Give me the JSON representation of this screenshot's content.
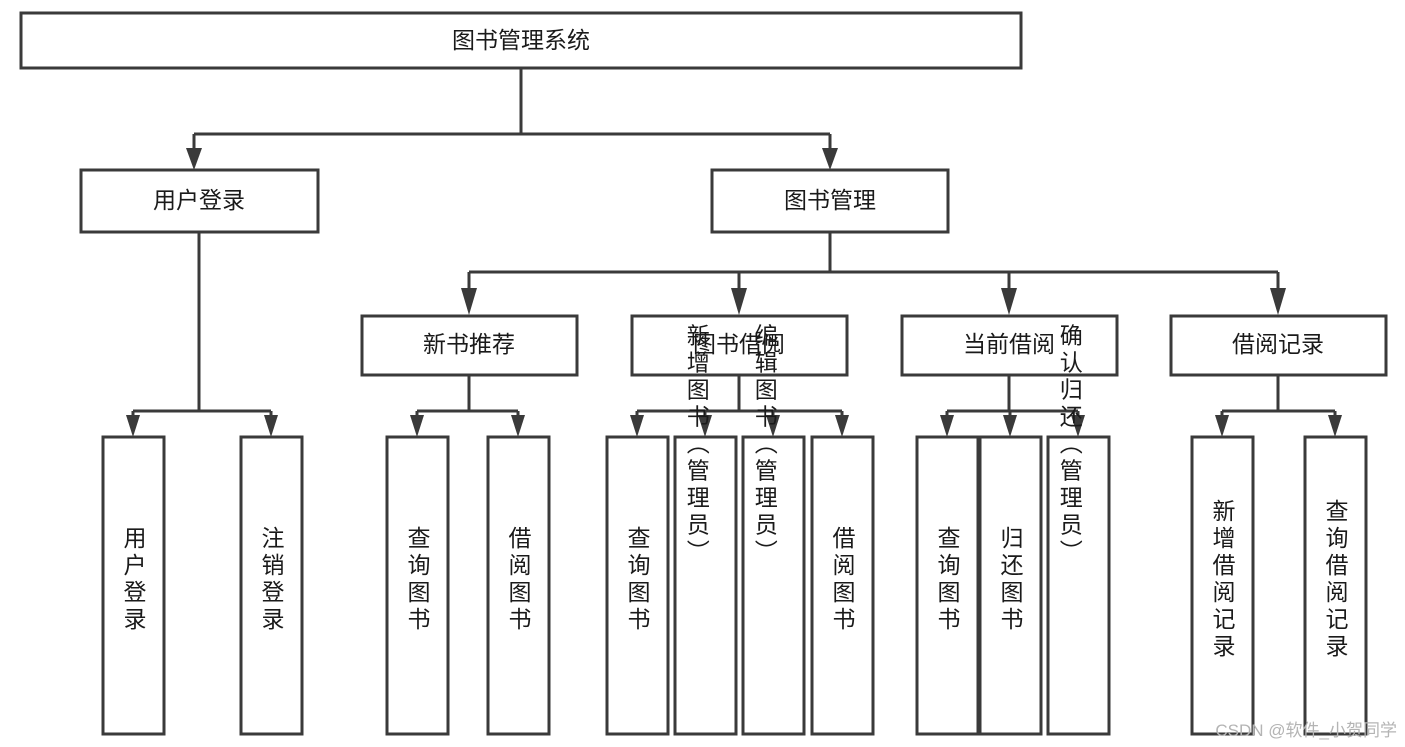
{
  "diagram": {
    "type": "tree-hierarchy",
    "title": "图书管理系统",
    "watermark": "CSDN @软件_小贺同学",
    "colors": {
      "background": "#ffffff",
      "box_stroke": "#3a3a3a",
      "box_fill": "#ffffff",
      "text": "#1a1a1a",
      "watermark": "#b4b4b4"
    },
    "levels": {
      "root": {
        "label": "图书管理系统"
      },
      "level2": [
        {
          "id": "user-login",
          "label": "用户登录"
        },
        {
          "id": "book-management",
          "label": "图书管理"
        }
      ],
      "level3": [
        {
          "id": "new-book-recommend",
          "label": "新书推荐",
          "parent": "book-management"
        },
        {
          "id": "book-borrow",
          "label": "图书借阅",
          "parent": "book-management"
        },
        {
          "id": "current-borrow",
          "label": "当前借阅",
          "parent": "book-management"
        },
        {
          "id": "borrow-record",
          "label": "借阅记录",
          "parent": "book-management"
        }
      ],
      "leaves": {
        "user-login": [
          {
            "id": "leaf-user-login",
            "label": "用户登录"
          },
          {
            "id": "leaf-user-logout",
            "label": "注销登录"
          }
        ],
        "new-book-recommend": [
          {
            "id": "leaf-query-book-1",
            "label": "查询图书"
          },
          {
            "id": "leaf-borrow-book-1",
            "label": "借阅图书"
          }
        ],
        "book-borrow": [
          {
            "id": "leaf-query-book-2",
            "label": "查询图书"
          },
          {
            "id": "leaf-add-book",
            "label": "新增图书（管理员）"
          },
          {
            "id": "leaf-edit-book",
            "label": "编辑图书（管理员）"
          },
          {
            "id": "leaf-borrow-book-2",
            "label": "借阅图书"
          }
        ],
        "current-borrow": [
          {
            "id": "leaf-query-book-3",
            "label": "查询图书"
          },
          {
            "id": "leaf-return-book",
            "label": "归还图书"
          },
          {
            "id": "leaf-confirm-return",
            "label": "确认归还（管理员）"
          }
        ],
        "borrow-record": [
          {
            "id": "leaf-add-record",
            "label": "新增借阅记录"
          },
          {
            "id": "leaf-query-record",
            "label": "查询借阅记录"
          }
        ]
      }
    }
  }
}
